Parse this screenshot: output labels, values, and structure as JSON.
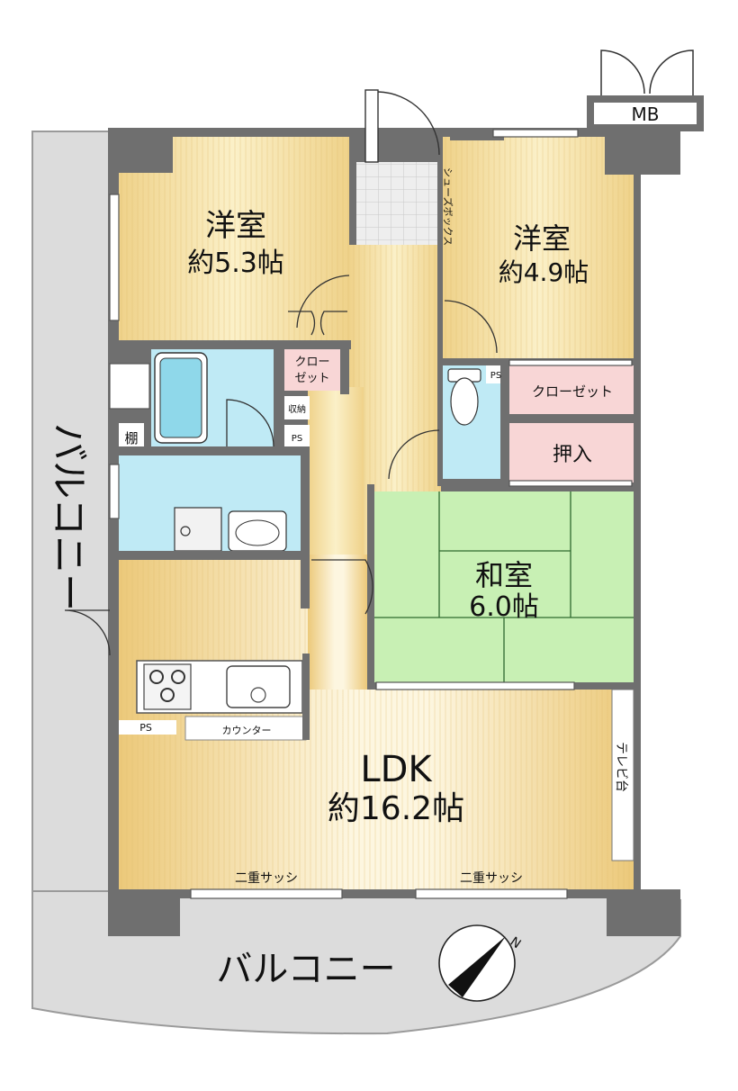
{
  "rooms": {
    "western_room_left": {
      "name": "洋室",
      "size": "約5.3帖"
    },
    "western_room_right": {
      "name": "洋室",
      "size": "約4.9帖"
    },
    "japanese_room": {
      "name": "和室",
      "size": "6.0帖"
    },
    "ldk": {
      "name": "LDK",
      "size": "約16.2帖"
    }
  },
  "labels": {
    "mb": "MB",
    "shoe_box": "シューズボックス",
    "closet_small_line1": "クロー",
    "closet_small_line2": "ゼット",
    "closet_right": "クローゼット",
    "oshiire": "押入",
    "storage": "収納",
    "ps": "PS",
    "shelf": "棚",
    "counter": "カウンター",
    "tv_stand": "テレビ台",
    "double_sash": "二重サッシ",
    "balcony_left": "バルコニー",
    "balcony_bottom": "バルコニー",
    "compass_n": "N"
  },
  "colors": {
    "wall": "#6f6f6f",
    "balcony": "#dcdcdc",
    "wood_floor": "#f3dc9a",
    "wet_area": "#bfeaf5",
    "closet": "#f8d6d6",
    "tatami": "#c8f0b4"
  }
}
